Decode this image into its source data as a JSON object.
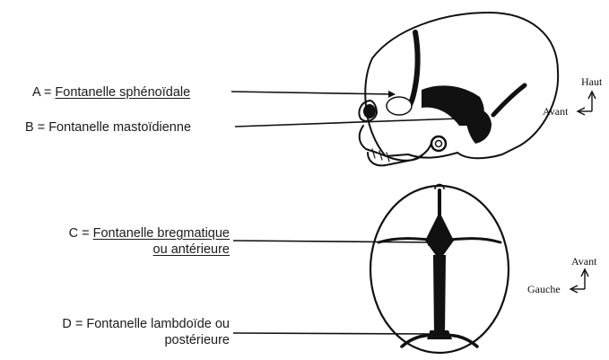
{
  "labels": {
    "a": {
      "prefix": "A = ",
      "name": "Fontanelle sphénoïdale"
    },
    "b": {
      "prefix": "B = ",
      "name": "Fontanelle mastoïdienne"
    },
    "c": {
      "prefix": "C = ",
      "line1": "Fontanelle bregmatique",
      "line2": "ou antérieure"
    },
    "d": {
      "line1": "D = Fontanelle lambdoïde ou",
      "line2": "postérieure"
    }
  },
  "side_view_axes": {
    "up": "Haut",
    "left": "Avant"
  },
  "top_view_axes": {
    "up": "Avant",
    "left": "Gauche"
  }
}
